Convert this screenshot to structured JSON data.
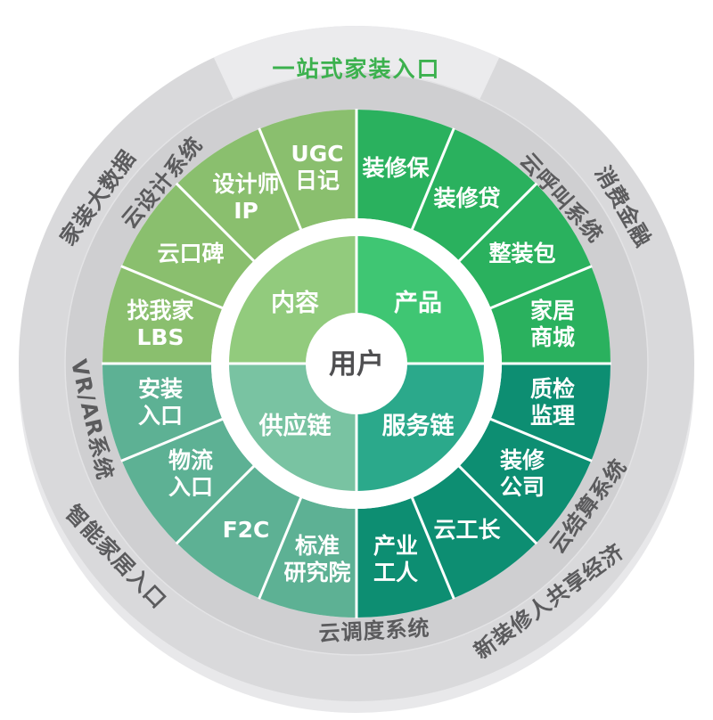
{
  "diagram": {
    "center_label": "用户",
    "quadrants": [
      {
        "id": "content",
        "inner_label": "内容",
        "disc_color": "#92cb7d",
        "ring_color": "#8abf6e",
        "segments": [
          [
            "找我家",
            "LBS"
          ],
          [
            "云口碑"
          ],
          [
            "设计师",
            "IP"
          ],
          [
            "UGC",
            "日记"
          ]
        ]
      },
      {
        "id": "product",
        "inner_label": "产品",
        "disc_color": "#3fc673",
        "ring_color": "#2ab15e",
        "segments": [
          [
            "装修保"
          ],
          [
            "装修贷"
          ],
          [
            "整装包"
          ],
          [
            "家居",
            "商城"
          ]
        ]
      },
      {
        "id": "service-chain",
        "inner_label": "服务链",
        "disc_color": "#2ba98b",
        "ring_color": "#0d8e72",
        "segments": [
          [
            "质检",
            "监理"
          ],
          [
            "装修",
            "公司"
          ],
          [
            "云工长"
          ],
          [
            "产业",
            "工人"
          ]
        ]
      },
      {
        "id": "supply-chain",
        "inner_label": "供应链",
        "disc_color": "#79c3a2",
        "ring_color": "#5db194",
        "segments": [
          [
            "标准",
            "研究院"
          ],
          [
            "F2C"
          ],
          [
            "物流",
            "入口"
          ],
          [
            "安装",
            "入口"
          ]
        ]
      }
    ],
    "gray_rings": {
      "outer_color": "#d9d9db",
      "inner_color": "#cfcfd1",
      "shadow_color": "#e8e8ea",
      "label_color": "#5b5b5d",
      "outer_labels": [
        "家装大数据",
        "消费金融",
        "新装修人共享经济",
        "智能家居入口"
      ],
      "inner_labels": [
        "云设计系统",
        "云呼叫系统",
        "云结算系统",
        "云调度系统",
        "VR/AR系统"
      ],
      "highlight_color": "#ebebed",
      "highlight_label": "一站式家装入口",
      "highlight_label_color": "#3cb14e"
    }
  }
}
